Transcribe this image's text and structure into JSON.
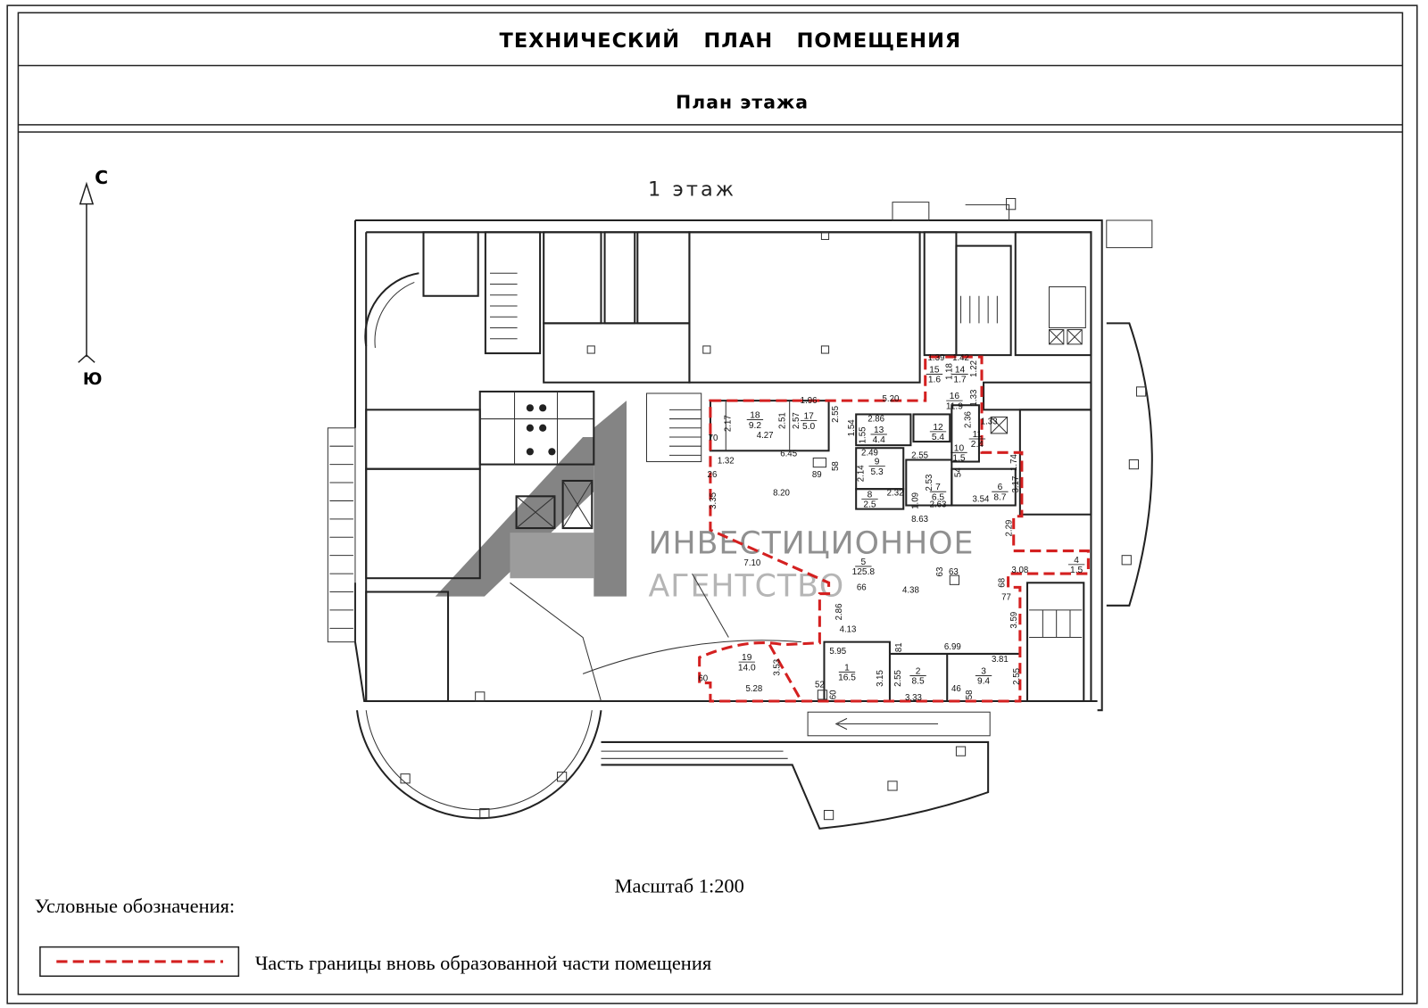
{
  "header": {
    "title": "ТЕХНИЧЕСКИЙ   ПЛАН   ПОМЕЩЕНИЯ",
    "subtitle": "План этажа"
  },
  "plan": {
    "floor_label": "1 этаж",
    "compass": {
      "north": "С",
      "south": "Ю"
    },
    "scale": "Масштаб 1:200",
    "boundary_color": "#d42020",
    "rooms": [
      {
        "num": "1",
        "area": "16.5"
      },
      {
        "num": "2",
        "area": "8.5"
      },
      {
        "num": "3",
        "area": "9.4"
      },
      {
        "num": "4",
        "area": "1.5"
      },
      {
        "num": "5",
        "area": "125.8"
      },
      {
        "num": "6",
        "area": "8.7"
      },
      {
        "num": "7",
        "area": "6.5"
      },
      {
        "num": "8",
        "area": "2.5"
      },
      {
        "num": "9",
        "area": "5.3"
      },
      {
        "num": "10",
        "area": "1.5"
      },
      {
        "num": "11",
        "area": "2.4"
      },
      {
        "num": "12",
        "area": "5.4"
      },
      {
        "num": "13",
        "area": "4.4"
      },
      {
        "num": "14",
        "area": "1.7"
      },
      {
        "num": "15",
        "area": "1.6"
      },
      {
        "num": "16",
        "area": "11.9"
      },
      {
        "num": "17",
        "area": "5.0"
      },
      {
        "num": "18",
        "area": "9.2"
      },
      {
        "num": "19",
        "area": "14.0"
      }
    ],
    "dimensions": [
      "5.20",
      "1.96",
      "4.27",
      "6.45",
      "1.32",
      "8.20",
      "89",
      "58",
      "26",
      "3.35",
      "2.17",
      "2.51",
      "2.57",
      "2.55",
      "1.54",
      "1.55",
      "2.86",
      "2.49",
      "2.14",
      "2.55",
      "2.32",
      "1.09",
      "2.53",
      "54",
      "2.63",
      "3.54",
      "1.74",
      "3.17",
      "8.63",
      "2.29",
      "1.33",
      "2.36",
      "1.33",
      "1.39",
      "1.18",
      "1.42",
      "1.22",
      "7.10",
      "66",
      "2.86",
      "63",
      "4.38",
      "3.08",
      "68",
      "77",
      "3.59",
      "4.13",
      "5.95",
      "81",
      "6.99",
      "3.81",
      "2.55",
      "2.55",
      "3.15",
      "3.53",
      "60",
      "5.28",
      "52",
      "60",
      "3.33",
      "46",
      "58",
      "70",
      "63"
    ]
  },
  "watermark": {
    "line1": "ИНВЕСТИЦИОННОЕ",
    "line2": "АГЕНТСТВО",
    "logo": "A1"
  },
  "legend": {
    "title": "Условные обозначения:",
    "items": [
      {
        "label": "Часть границы вновь образованной части помещения"
      }
    ]
  }
}
